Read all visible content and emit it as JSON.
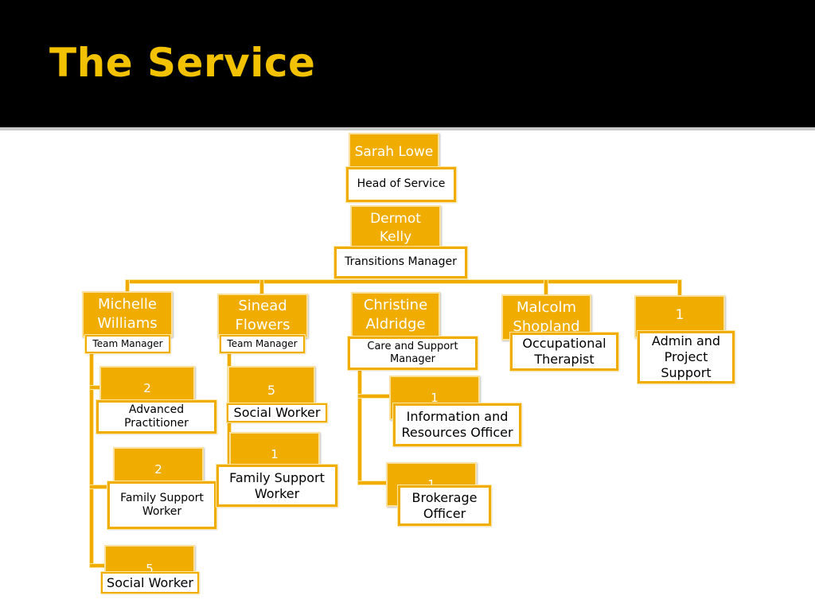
{
  "title": "The Service",
  "colors": {
    "accent": "#f0ad00",
    "title": "#f2c200",
    "header_bg": "#000000"
  },
  "org": {
    "head": {
      "name": "Sarah Lowe",
      "role": "Head of Service"
    },
    "transitions": {
      "name": "Dermot Kelly",
      "role": "Transitions Manager"
    },
    "michelle": {
      "name": "Michelle Williams",
      "role": "Team Manager",
      "reports": [
        {
          "count": "2",
          "role": "Advanced Practitioner"
        },
        {
          "count": "2",
          "role": "Family Support Worker"
        },
        {
          "count": "5",
          "role": "Social Worker"
        }
      ]
    },
    "sinead": {
      "name": "Sinead Flowers",
      "role": "Team Manager",
      "reports": [
        {
          "count": "5",
          "role": "Social Worker"
        },
        {
          "count": "1",
          "role": "Family Support Worker"
        }
      ]
    },
    "christine": {
      "name": "Christine Aldridge",
      "role": "Care and Support Manager",
      "reports": [
        {
          "count": "1",
          "role": "Information and Resources Officer"
        },
        {
          "count": "1",
          "role": "Brokerage Officer"
        }
      ]
    },
    "malcolm": {
      "name": "Malcolm Shopland",
      "role": "Occupational Therapist"
    },
    "admin": {
      "count": "1",
      "role": "Admin and Project Support"
    }
  }
}
